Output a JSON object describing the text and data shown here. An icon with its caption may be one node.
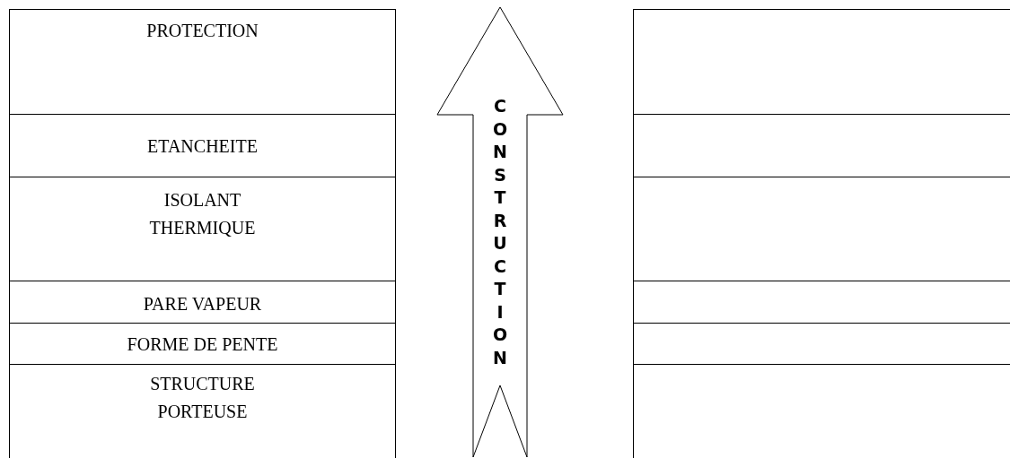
{
  "diagram": {
    "nodes": [
      {
        "text": [
          "PROTECTION"
        ]
      },
      {
        "text": [
          "ETANCHEITE"
        ]
      },
      {
        "text": [
          "ISOLANT THERMIQUE"
        ]
      },
      {
        "text": [
          "PARE VAPEUR"
        ]
      },
      {
        "text": [
          "FORME DE PENTE"
        ]
      },
      {
        "text": [
          "STRUCTURE PORTEUSE"
        ]
      },
      {
        "text": [
          "CONSTRUCTION"
        ]
      },
      {
        "text": [],
        "shape": "box"
      },
      {
        "text": [],
        "shape": "box"
      },
      {
        "text": [],
        "shape": "box"
      },
      {
        "text": [],
        "shape": "box"
      },
      {
        "text": [],
        "shape": "box"
      },
      {
        "text": [],
        "shape": "box"
      }
    ]
  }
}
